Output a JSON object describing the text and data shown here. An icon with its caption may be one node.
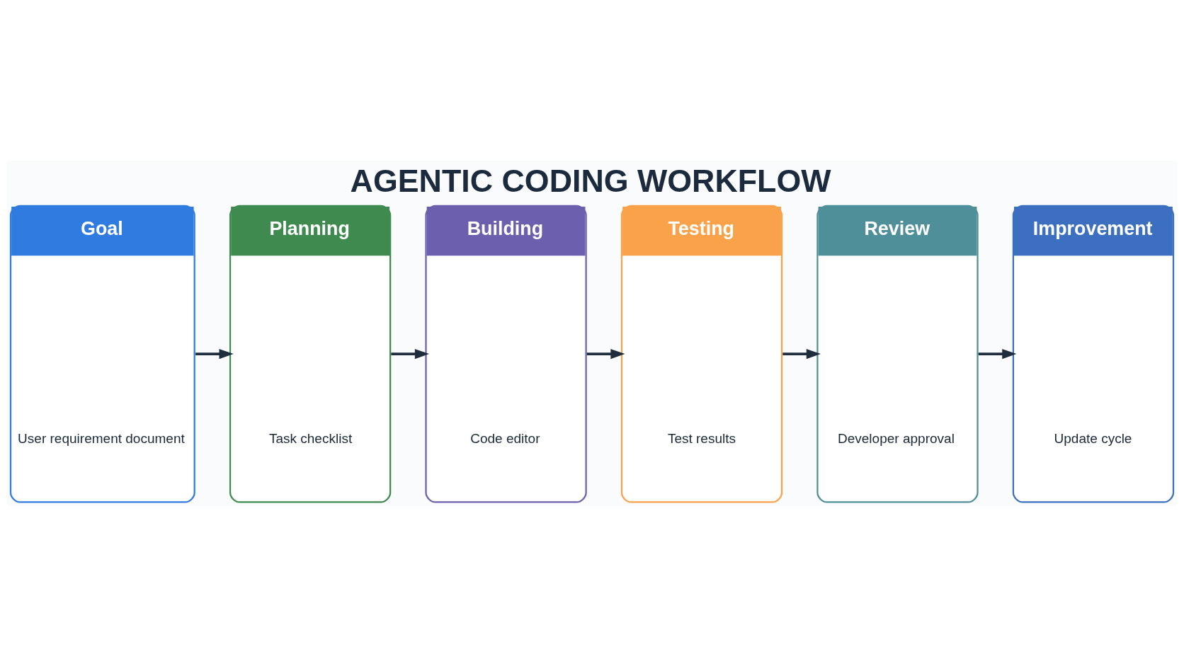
{
  "diagram": {
    "title": "AGENTIC CODING WORKFLOW",
    "nodes": [
      {
        "text": [
          "Goal",
          "User requirement document"
        ]
      },
      {
        "text": [
          "Planning",
          "Task checklist"
        ]
      },
      {
        "text": [
          "Building",
          "Code editor"
        ]
      },
      {
        "text": [
          "Testing",
          "Test results"
        ]
      },
      {
        "text": [
          "Review",
          "Developer approval"
        ]
      },
      {
        "text": [
          "Improvement",
          "Update cycle"
        ]
      }
    ],
    "edges": [
      {
        "from": 0,
        "to": 1,
        "arrow": "to"
      },
      {
        "from": 1,
        "to": 2,
        "arrow": "to"
      },
      {
        "from": 2,
        "to": 3,
        "arrow": "to"
      },
      {
        "from": 3,
        "to": 4,
        "arrow": "to"
      },
      {
        "from": 4,
        "to": 5,
        "arrow": "to"
      }
    ]
  }
}
